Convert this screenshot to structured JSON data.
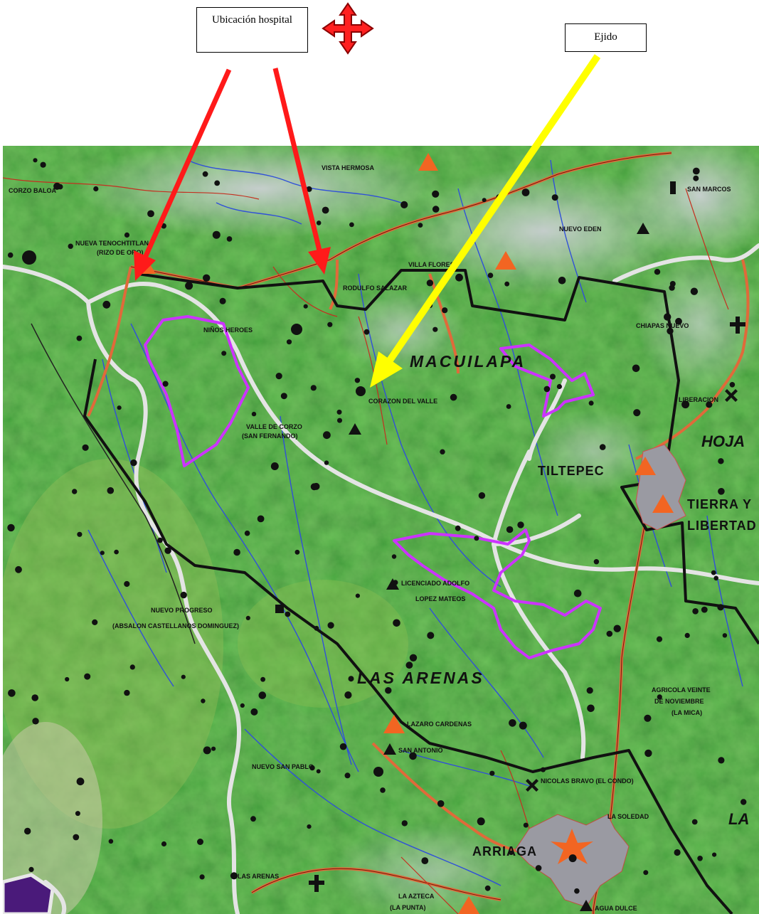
{
  "callouts": {
    "hospital": "Ubicación hospital",
    "ejido": "Ejido"
  },
  "map": {
    "places": {
      "corzo_baloa": "CORZO BALOA",
      "vista_hermosa": "VISTA HERMOSA",
      "san_marcos": "SAN MARCOS",
      "nueva_tenochtitlan": "NUEVA TENOCHTITLAN",
      "rizo_de_oro": "(RIZO DE ORO)",
      "villa_flores": "VILLA FLORES",
      "nuevo_eden": "NUEVO EDEN",
      "rodulfo_salazar": "RODULFO SALAZAR",
      "ninos_heroes": "NIÑOS HEROES",
      "chiapas_nuevo": "CHIAPAS NUEVO",
      "corazon_del_valle": "CORAZON DEL VALLE",
      "liberacion": "LIBERACION",
      "valle_de_corzo": "VALLE DE CORZO",
      "san_fernando": "(SAN FERNANDO)",
      "tiltepec": "TILTEPEC",
      "tierra_y": "TIERRA Y",
      "libertad": "LIBERTAD",
      "lic_adolfo": "LICENCIADO ADOLFO",
      "lopez_mateos": "LOPEZ MATEOS",
      "nuevo_progreso": "NUEVO PROGRESO",
      "abasalon": "(ABSALON CASTELLANOS DOMINGUEZ)",
      "agricola_1": "AGRICOLA VEINTE",
      "agricola_2": "DE NOVIEMBRE",
      "agricola_3": "(LA MICA)",
      "lazaro_cardenas": "LAZARO CARDENAS",
      "san_antonio": "SAN ANTONIO",
      "nuevo_san_pablo": "NUEVO SAN PABLO",
      "nicolas_bravo": "NICOLAS BRAVO (EL CONDO)",
      "la_soledad": "LA SOLEDAD",
      "arriaga": "ARRIAGA",
      "las_arenas_small": "LAS ARENAS",
      "la_azteca": "LA AZTECA",
      "la_punta": "(LA PUNTA)",
      "agua_dulce": "AGUA DULCE"
    },
    "regions": {
      "maculilapa": "MACUILAPA",
      "las_arenas": "LAS ARENAS",
      "hoja": "HOJA",
      "la": "LA"
    }
  },
  "colors": {
    "arrow_hospital": "#ff1a1a",
    "arrow_ejido": "#ffff00",
    "ejido_outline": "#cc33ff",
    "boundary": "#111111",
    "road": "#e06a3a",
    "river": "#3050d8",
    "settlement": "#f26522"
  },
  "icons": {
    "compass": "north-compass-icon",
    "town": "town-triangle-icon",
    "village": "village-dot-icon",
    "church": "cross-icon"
  }
}
